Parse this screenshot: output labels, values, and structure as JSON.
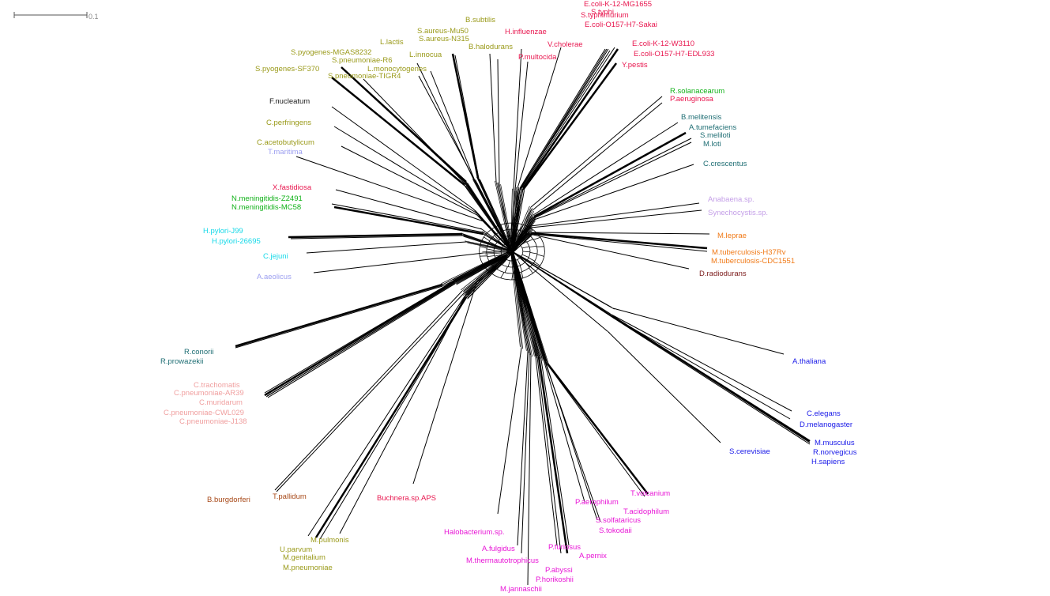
{
  "scale_bar": {
    "label": "0.1"
  },
  "colors": {
    "firmicutes": "#9a9a1a",
    "proteobacteria_gamma": "#e8174f",
    "proteobacteria_alpha": "#1f6e74",
    "proteobacteria_beta": "#12b21a",
    "epsilon": "#16d9e8",
    "thermales": "#9da0f0",
    "fusobacteria": "#1a1a1a",
    "cyanobacteria": "#c5a0e8",
    "actinobacteria": "#f07a18",
    "deinococcus": "#7a1a1a",
    "chlamydiae": "#f0a0a0",
    "spirochaetes": "#a84a1a",
    "eukaryota": "#1a1ae8",
    "archaea": "#e816d6",
    "edges": "#000000"
  },
  "taxa": [
    {
      "id": "bsubtilis",
      "label": "B.subtilis",
      "group": "firmicutes"
    },
    {
      "id": "saureus_mu50",
      "label": "S.aureus-Mu50",
      "group": "firmicutes"
    },
    {
      "id": "saureus_n315",
      "label": "S.aureus-N315",
      "group": "firmicutes"
    },
    {
      "id": "bhalodurans",
      "label": "B.halodurans",
      "group": "firmicutes"
    },
    {
      "id": "llactis",
      "label": "L.lactis",
      "group": "firmicutes"
    },
    {
      "id": "linnocua",
      "label": "L.innocua",
      "group": "firmicutes"
    },
    {
      "id": "spyogenes_mgas8232",
      "label": "S.pyogenes-MGAS8232",
      "group": "firmicutes"
    },
    {
      "id": "spneumoniae_r6",
      "label": "S.pneumoniae-R6",
      "group": "firmicutes"
    },
    {
      "id": "lmonocytogenes",
      "label": "L.monocytogenes",
      "group": "firmicutes"
    },
    {
      "id": "spyogenes_sf370",
      "label": "S.pyogenes-SF370",
      "group": "firmicutes"
    },
    {
      "id": "spneumoniae_tigr4",
      "label": "S.pneumoniae-TIGR4",
      "group": "firmicutes"
    },
    {
      "id": "fnucleatum",
      "label": "F.nucleatum",
      "group": "fusobacteria"
    },
    {
      "id": "cperfringens",
      "label": "C.perfringens",
      "group": "firmicutes"
    },
    {
      "id": "cacetobutylicum",
      "label": "C.acetobutylicum",
      "group": "firmicutes"
    },
    {
      "id": "tmaritima",
      "label": "T.maritima",
      "group": "thermales"
    },
    {
      "id": "xfastidiosa",
      "label": "X.fastidiosa",
      "group": "proteobacteria_gamma"
    },
    {
      "id": "nmen_z2491",
      "label": "N.meningitidis-Z2491",
      "group": "proteobacteria_beta"
    },
    {
      "id": "nmen_mc58",
      "label": "N.meningitidis-MC58",
      "group": "proteobacteria_beta"
    },
    {
      "id": "hpylori_j99",
      "label": "H.pylori-J99",
      "group": "epsilon"
    },
    {
      "id": "hpylori_26695",
      "label": "H.pylori-26695",
      "group": "epsilon"
    },
    {
      "id": "cjejuni",
      "label": "C.jejuni",
      "group": "epsilon"
    },
    {
      "id": "aaeolicus",
      "label": "A.aeolicus",
      "group": "thermales"
    },
    {
      "id": "rconorii",
      "label": "R.conorii",
      "group": "proteobacteria_alpha"
    },
    {
      "id": "rprowazekii",
      "label": "R.prowazekii",
      "group": "proteobacteria_alpha"
    },
    {
      "id": "ctrachomatis",
      "label": "C.trachomatis",
      "group": "chlamydiae"
    },
    {
      "id": "cpneu_ar39",
      "label": "C.pneumoniae-AR39",
      "group": "chlamydiae"
    },
    {
      "id": "cmuridarum",
      "label": "C.muridarum",
      "group": "chlamydiae"
    },
    {
      "id": "cpneu_cwl029",
      "label": "C.pneumoniae-CWL029",
      "group": "chlamydiae"
    },
    {
      "id": "cpneu_j138",
      "label": "C.pneumoniae-J138",
      "group": "chlamydiae"
    },
    {
      "id": "bburgdorferi",
      "label": "B.burgdorferi",
      "group": "spirochaetes"
    },
    {
      "id": "tpallidum",
      "label": "T.pallidum",
      "group": "spirochaetes"
    },
    {
      "id": "mpulmonis",
      "label": "M.pulmonis",
      "group": "firmicutes"
    },
    {
      "id": "uparvum",
      "label": "U.parvum",
      "group": "firmicutes"
    },
    {
      "id": "mgenitalium",
      "label": "M.genitalium",
      "group": "firmicutes"
    },
    {
      "id": "mpneumoniae",
      "label": "M.pneumoniae",
      "group": "firmicutes"
    },
    {
      "id": "buchnera",
      "label": "Buchnera.sp.APS",
      "group": "proteobacteria_gamma"
    },
    {
      "id": "halobacterium",
      "label": "Halobacterium.sp.",
      "group": "archaea"
    },
    {
      "id": "afulgidus",
      "label": "A.fulgidus",
      "group": "archaea"
    },
    {
      "id": "mthermauto",
      "label": "M.thermautotrophicus",
      "group": "archaea"
    },
    {
      "id": "mjannaschii",
      "label": "M.jannaschii",
      "group": "archaea"
    },
    {
      "id": "pfuriosus",
      "label": "P.furiosus",
      "group": "archaea"
    },
    {
      "id": "pabyssi",
      "label": "P.abyssi",
      "group": "archaea"
    },
    {
      "id": "phorikoshii",
      "label": "P.horikoshii",
      "group": "archaea"
    },
    {
      "id": "apernix",
      "label": "A.pernix",
      "group": "archaea"
    },
    {
      "id": "paerophilum",
      "label": "P.aerophilum",
      "group": "archaea"
    },
    {
      "id": "ssolfataricus",
      "label": "S.solfataricus",
      "group": "archaea"
    },
    {
      "id": "stokodaii",
      "label": "S.tokodaii",
      "group": "archaea"
    },
    {
      "id": "tvolcanium",
      "label": "T.volcanium",
      "group": "archaea"
    },
    {
      "id": "tacidophilum",
      "label": "T.acidophilum",
      "group": "archaea"
    },
    {
      "id": "scerevisiae",
      "label": "S.cerevisiae",
      "group": "eukaryota"
    },
    {
      "id": "mmusculus",
      "label": "M.musculus",
      "group": "eukaryota"
    },
    {
      "id": "rnorvegicus",
      "label": "R.norvegicus",
      "group": "eukaryota"
    },
    {
      "id": "hsapiens",
      "label": "H.sapiens",
      "group": "eukaryota"
    },
    {
      "id": "celegans",
      "label": "C.elegans",
      "group": "eukaryota"
    },
    {
      "id": "dmelanogaster",
      "label": "D.melanogaster",
      "group": "eukaryota"
    },
    {
      "id": "athaliana",
      "label": "A.thaliana",
      "group": "eukaryota"
    },
    {
      "id": "dradiodurans",
      "label": "D.radiodurans",
      "group": "deinococcus"
    },
    {
      "id": "mtb_cdc1551",
      "label": "M.tuberculosis-CDC1551",
      "group": "actinobacteria"
    },
    {
      "id": "mtb_h37rv",
      "label": "M.tuberculosis-H37Rv",
      "group": "actinobacteria"
    },
    {
      "id": "mleprae",
      "label": "M.leprae",
      "group": "actinobacteria"
    },
    {
      "id": "synechocystis",
      "label": "Synechocystis.sp.",
      "group": "cyanobacteria"
    },
    {
      "id": "anabaena",
      "label": "Anabaena.sp.",
      "group": "cyanobacteria"
    },
    {
      "id": "ccrescentus",
      "label": "C.crescentus",
      "group": "proteobacteria_alpha"
    },
    {
      "id": "mloti",
      "label": "M.loti",
      "group": "proteobacteria_alpha"
    },
    {
      "id": "smeliloti",
      "label": "S.meliloti",
      "group": "proteobacteria_alpha"
    },
    {
      "id": "atumefaciens",
      "label": "A.tumefaciens",
      "group": "proteobacteria_alpha"
    },
    {
      "id": "bmelitensis",
      "label": "B.melitensis",
      "group": "proteobacteria_alpha"
    },
    {
      "id": "paeruginosa",
      "label": "P.aeruginosa",
      "group": "proteobacteria_gamma"
    },
    {
      "id": "rsolanacearum",
      "label": "R.solanacearum",
      "group": "proteobacteria_beta"
    },
    {
      "id": "ypestis",
      "label": "Y.pestis",
      "group": "proteobacteria_gamma"
    },
    {
      "id": "ecoli_o157_edl933",
      "label": "E.coli-O157-H7-EDL933",
      "group": "proteobacteria_gamma"
    },
    {
      "id": "ecoli_k12_w3110",
      "label": "E.coli-K-12-W3110",
      "group": "proteobacteria_gamma"
    },
    {
      "id": "vcholerae",
      "label": "V.cholerae",
      "group": "proteobacteria_gamma"
    },
    {
      "id": "styphi",
      "label": "S.typhi",
      "group": "proteobacteria_gamma"
    },
    {
      "id": "ecoli_o157_sakai",
      "label": "E.coli-O157-H7-Sakai",
      "group": "proteobacteria_gamma"
    },
    {
      "id": "styphimurium",
      "label": "S.typhimurium",
      "group": "proteobacteria_gamma"
    },
    {
      "id": "ecoli_k12_mg1655",
      "label": "E.coli-K-12-MG1655",
      "group": "proteobacteria_gamma"
    },
    {
      "id": "pmultocida",
      "label": "P.multocida",
      "group": "proteobacteria_gamma"
    },
    {
      "id": "hinfluenzae",
      "label": "H.influenzae",
      "group": "proteobacteria_gamma"
    }
  ]
}
